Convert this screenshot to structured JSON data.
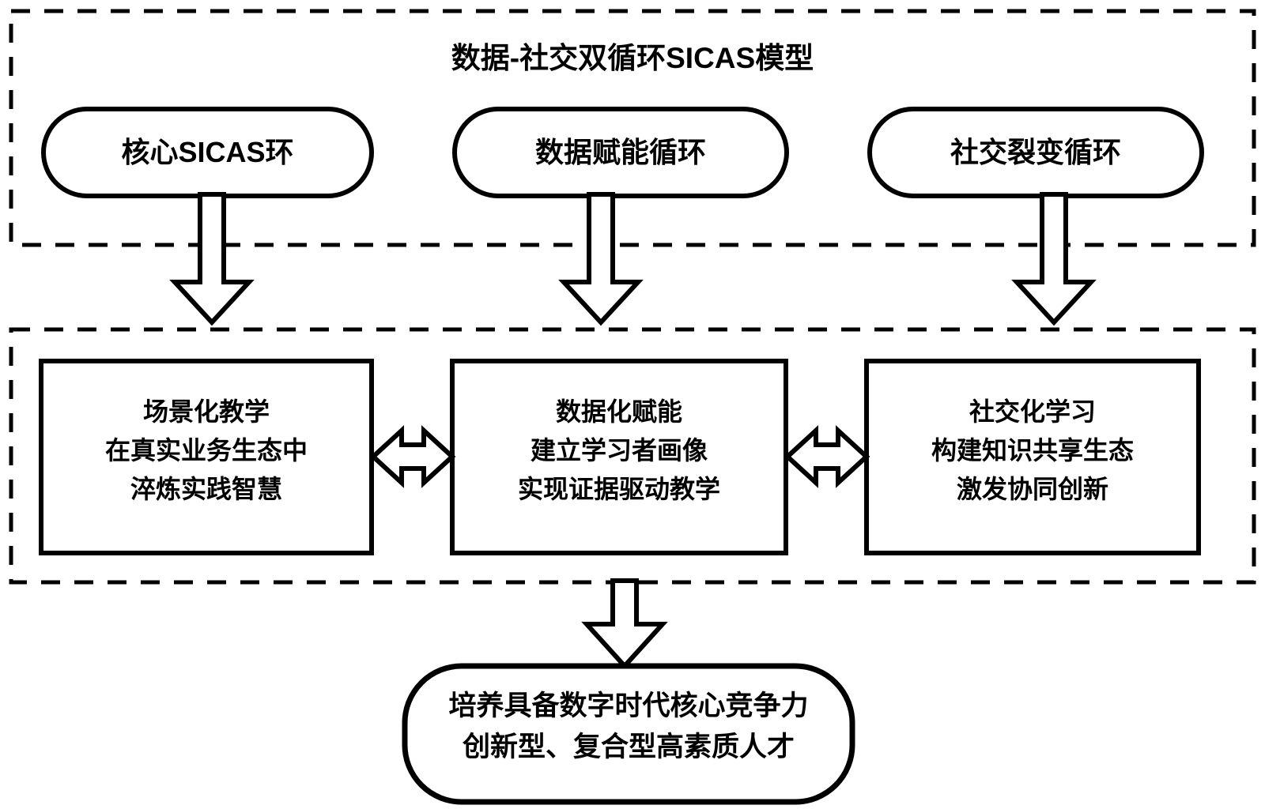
{
  "diagram": {
    "title": "数据-社交双循环SICAS模型",
    "style": {
      "stroke": "#000000",
      "fill": "#ffffff",
      "background": "#ffffff"
    },
    "groups": [
      {
        "name": "cycles-group",
        "border": "dashed",
        "items": [
          {
            "id": "core-sicas-loop",
            "label": "核心SICAS环",
            "shape": "rounded-pill"
          },
          {
            "id": "data-empowerment-loop",
            "label": "数据赋能循环",
            "shape": "rounded-pill"
          },
          {
            "id": "social-fission-loop",
            "label": "社交裂变循环",
            "shape": "rounded-pill"
          }
        ]
      },
      {
        "name": "pillars-group",
        "border": "dashed",
        "items": [
          {
            "id": "scenario-teaching",
            "shape": "rectangle",
            "heading": "场景化教学",
            "lines": [
              "在真实业务生态中",
              "淬炼实践智慧"
            ],
            "label": "场景化教学\n在真实业务生态中\n淬炼实践智慧"
          },
          {
            "id": "data-empowerment",
            "shape": "rectangle",
            "heading": "数据化赋能",
            "lines": [
              "建立学习者画像",
              "实现证据驱动教学"
            ],
            "label": "数据化赋能\n建立学习者画像\n实现证据驱动教学"
          },
          {
            "id": "social-learning",
            "shape": "rectangle",
            "heading": "社交化学习",
            "lines": [
              "构建知识共享生态",
              "激发协同创新"
            ],
            "label": "社交化学习\n构建知识共享生态\n激发协同创新"
          }
        ]
      }
    ],
    "outcome": {
      "id": "talent-outcome",
      "shape": "rounded-pill",
      "lines": [
        "培养具备数字时代核心竞争力",
        "创新型、复合型高素质人才"
      ],
      "label": "培养具备数字时代核心竞争力\n创新型、复合型高素质人才"
    },
    "connectors": [
      {
        "id": "arrow-core-to-scenario",
        "type": "block-arrow-down",
        "from": "core-sicas-loop",
        "to": "scenario-teaching"
      },
      {
        "id": "arrow-data-to-dataempower",
        "type": "block-arrow-down",
        "from": "data-empowerment-loop",
        "to": "data-empowerment"
      },
      {
        "id": "arrow-social-to-sociallearn",
        "type": "block-arrow-down",
        "from": "social-fission-loop",
        "to": "social-learning"
      },
      {
        "id": "arrow-scenario-data",
        "type": "block-arrow-double-horizontal",
        "from": "scenario-teaching",
        "to": "data-empowerment"
      },
      {
        "id": "arrow-data-social",
        "type": "block-arrow-double-horizontal",
        "from": "data-empowerment",
        "to": "social-learning"
      },
      {
        "id": "arrow-pillars-to-outcome",
        "type": "block-arrow-down",
        "from": "pillars-group",
        "to": "talent-outcome"
      }
    ]
  }
}
